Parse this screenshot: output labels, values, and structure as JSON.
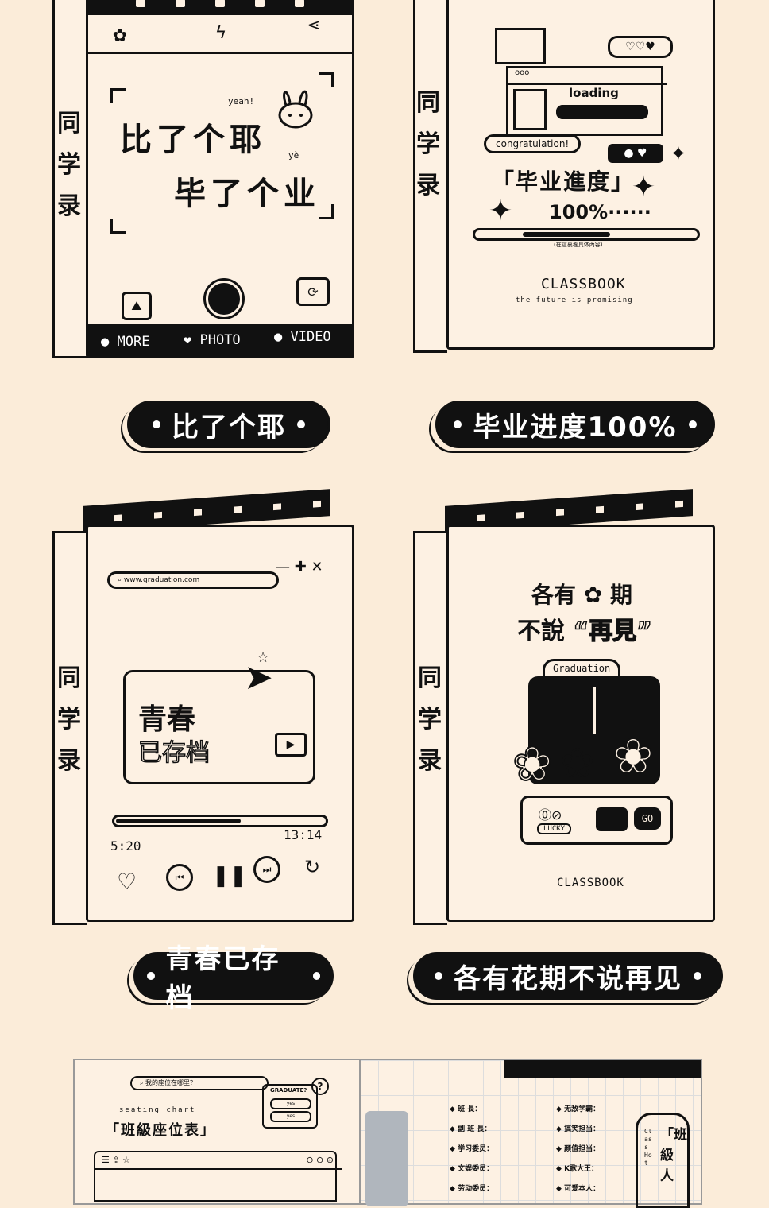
{
  "spine_text": "同学录",
  "cards": [
    {
      "caption": "比了个耶",
      "headline_line1": "比了个耶",
      "headline_line2": "毕了个业",
      "yeah": "yeah!",
      "ye": "yè",
      "modes": [
        "MORE",
        "PHOTO",
        "VIDEO"
      ]
    },
    {
      "caption": "毕业进度100%",
      "loading": "loading",
      "congrats": "congratulation!",
      "progress_title": "「毕业進度」",
      "progress_value": "100%······",
      "progress_note": "(在這裏養具体內容)",
      "brand": "CLASSBOOK",
      "tagline": "the future is promising"
    },
    {
      "caption": "青春已存档",
      "url": "www.graduation.com",
      "title_line1": "青春",
      "title_line2": "已存档",
      "time_current": "5:20",
      "time_total": "13:14",
      "progress": 0.6
    },
    {
      "caption": "各有花期不说再见",
      "line1": "各有",
      "line1b": "期",
      "line2": "不說",
      "line2b": "“再見”",
      "badge": "Graduation",
      "lucky": "LUCKY",
      "go": "GO",
      "brand": "CLASSBOOK"
    }
  ],
  "bottom": {
    "search": "我的座位在哪里？",
    "graduate": "GRADUATE?",
    "yes1": "yes",
    "yes2": "yes",
    "seating_en": "seating chart",
    "seating_zh": "「班級座位表」",
    "roles_left": [
      "班    長：",
      "副 班 長：",
      "学习委员：",
      "文娱委员：",
      "劳动委员："
    ],
    "roles_right": [
      "无敌学霸：",
      "搞笑担当：",
      "颜值担当：",
      "K歌大王：",
      "可爱本人："
    ],
    "side_title": "「班級人",
    "side_en": "Class Hot"
  }
}
